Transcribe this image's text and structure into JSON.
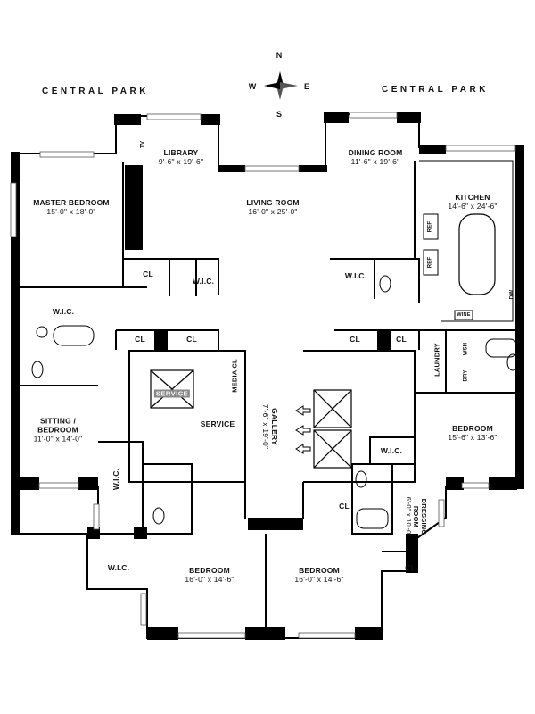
{
  "park_labels": [
    "CENTRAL PARK",
    "CENTRAL PARK"
  ],
  "compass": {
    "n": "N",
    "s": "S",
    "e": "E",
    "w": "W"
  },
  "rooms": {
    "library": {
      "name": "LIBRARY",
      "dim": "9'-6\" x 19'-6\""
    },
    "dining": {
      "name": "DINING ROOM",
      "dim": "11'-6\" x 19'-6\""
    },
    "living": {
      "name": "LIVING ROOM",
      "dim": "16'-0\" x 25'-0\""
    },
    "master": {
      "name": "MASTER BEDROOM",
      "dim": "15'-0\" x 18'-0\""
    },
    "kitchen": {
      "name": "KITCHEN",
      "dim": "14'-6\" x 24'-6\""
    },
    "sitting_a": "SITTING /",
    "sitting_b": "BEDROOM",
    "sitting_dim": "11'-0\" x 14'-0\"",
    "gallery": {
      "name": "GALLERY",
      "dim": "7'-6\" x 19'-0\""
    },
    "service": "SERVICE",
    "service_box": "SERVICE",
    "media_cl": "MEDIA CL",
    "bedroom_e": {
      "name": "BEDROOM",
      "dim": "15'-6\" x 13'-6\""
    },
    "bedroom_sw": {
      "name": "BEDROOM",
      "dim": "16'-0\" x 14'-6\""
    },
    "bedroom_s": {
      "name": "BEDROOM",
      "dim": "16'-0\" x 14'-6\""
    },
    "dressing_a": "DRESSING",
    "dressing_b": "ROOM",
    "dressing_dim": "6'-0\" x 10'-0\"",
    "laundry": "LAUNDRY"
  },
  "closets": {
    "cl": "CL",
    "wic": "W.I.C.",
    "wic_v": "W.I.C."
  },
  "appliances": {
    "ref": "REF",
    "dw": "DW",
    "wine": "WINE",
    "wsh": "WSH",
    "dry": "DRY",
    "tv": "TV"
  }
}
